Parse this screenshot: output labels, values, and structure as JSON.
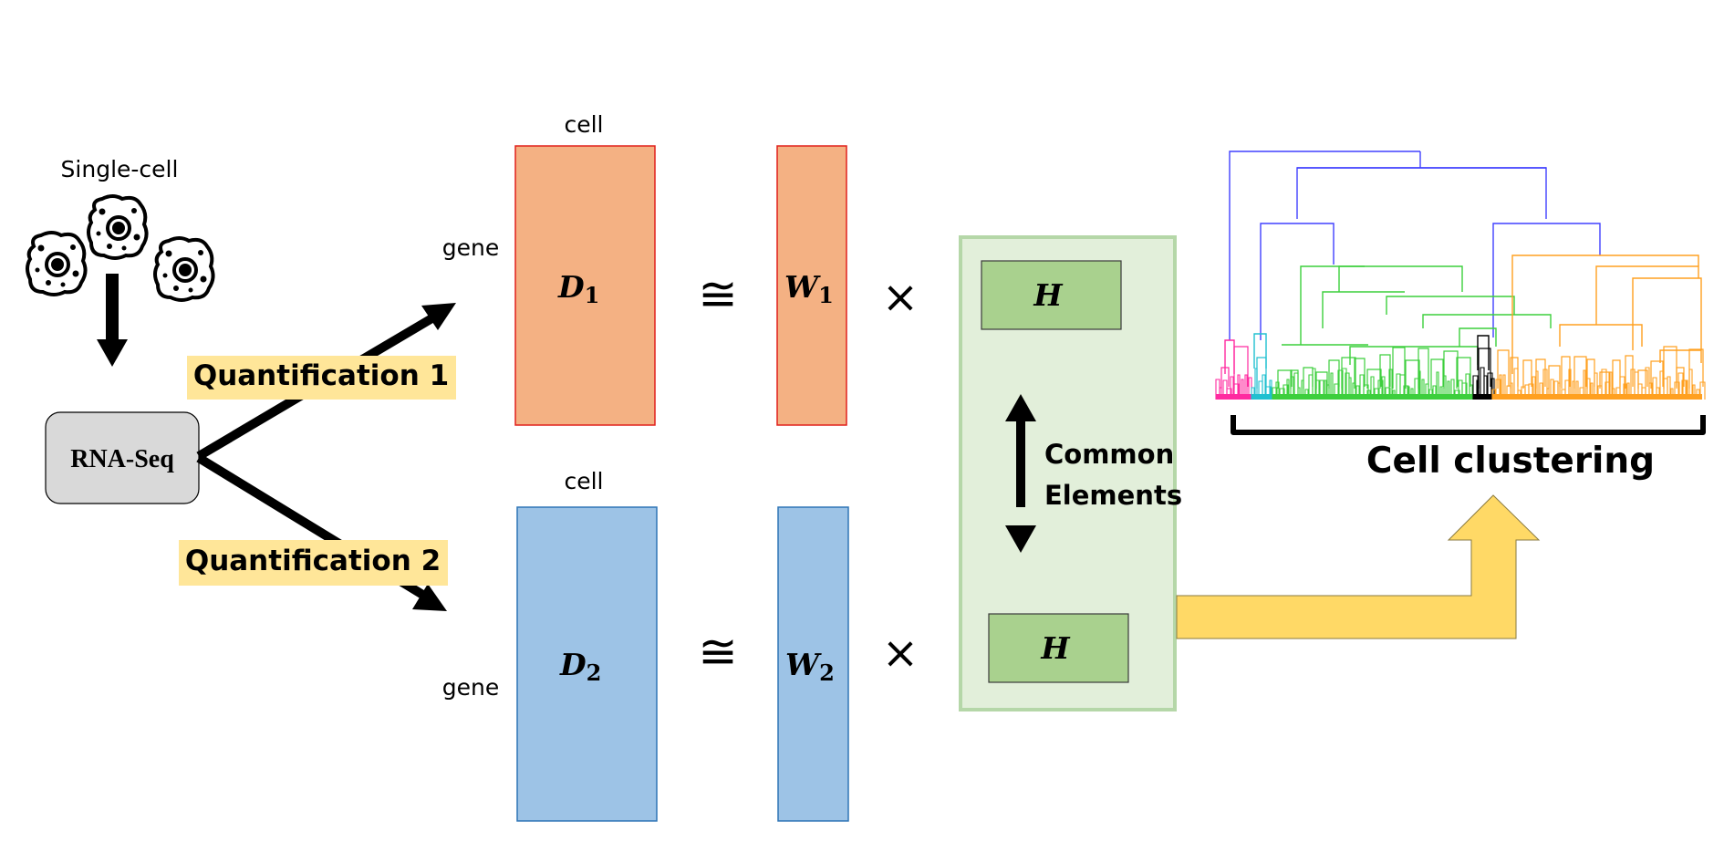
{
  "source": {
    "title": "Single-cell",
    "process_label": "RNA-Seq"
  },
  "quantifications": [
    {
      "label": "Quantification 1"
    },
    {
      "label": "Quantification 2"
    }
  ],
  "matrices": {
    "top": {
      "column_label": "cell",
      "row_label": "gene",
      "data_symbol": "D",
      "data_subscript": "1",
      "basis_symbol": "W",
      "basis_subscript": "1",
      "coef_symbol": "H"
    },
    "bottom": {
      "column_label": "cell",
      "row_label": "gene",
      "data_symbol": "D",
      "data_subscript": "2",
      "basis_symbol": "W",
      "basis_subscript": "2",
      "coef_symbol": "H"
    }
  },
  "operators": {
    "approx": "≅",
    "times": "×"
  },
  "shared": {
    "line1": "Common",
    "line2": "Elements"
  },
  "output": {
    "label": "Cell clustering"
  },
  "colors": {
    "orange_fill": "#f4b183",
    "orange_stroke": "#e0201b",
    "blue_fill": "#9dc3e6",
    "blue_stroke": "#2e75b6",
    "panel_fill": "#e2efda",
    "panel_stroke": "#b5d7a8",
    "h_fill": "#a9d18e",
    "label_highlight": "#ffe699",
    "big_arrow": "#ffd966",
    "rna_box": "#d9d9d9",
    "dendro_blue": "#4040ff",
    "dendro_green": "#3ccf3c",
    "dendro_orange": "#ffa020",
    "dendro_magenta": "#ff2aa0",
    "dendro_cyan": "#20c0d0",
    "dendro_black": "#000000"
  }
}
